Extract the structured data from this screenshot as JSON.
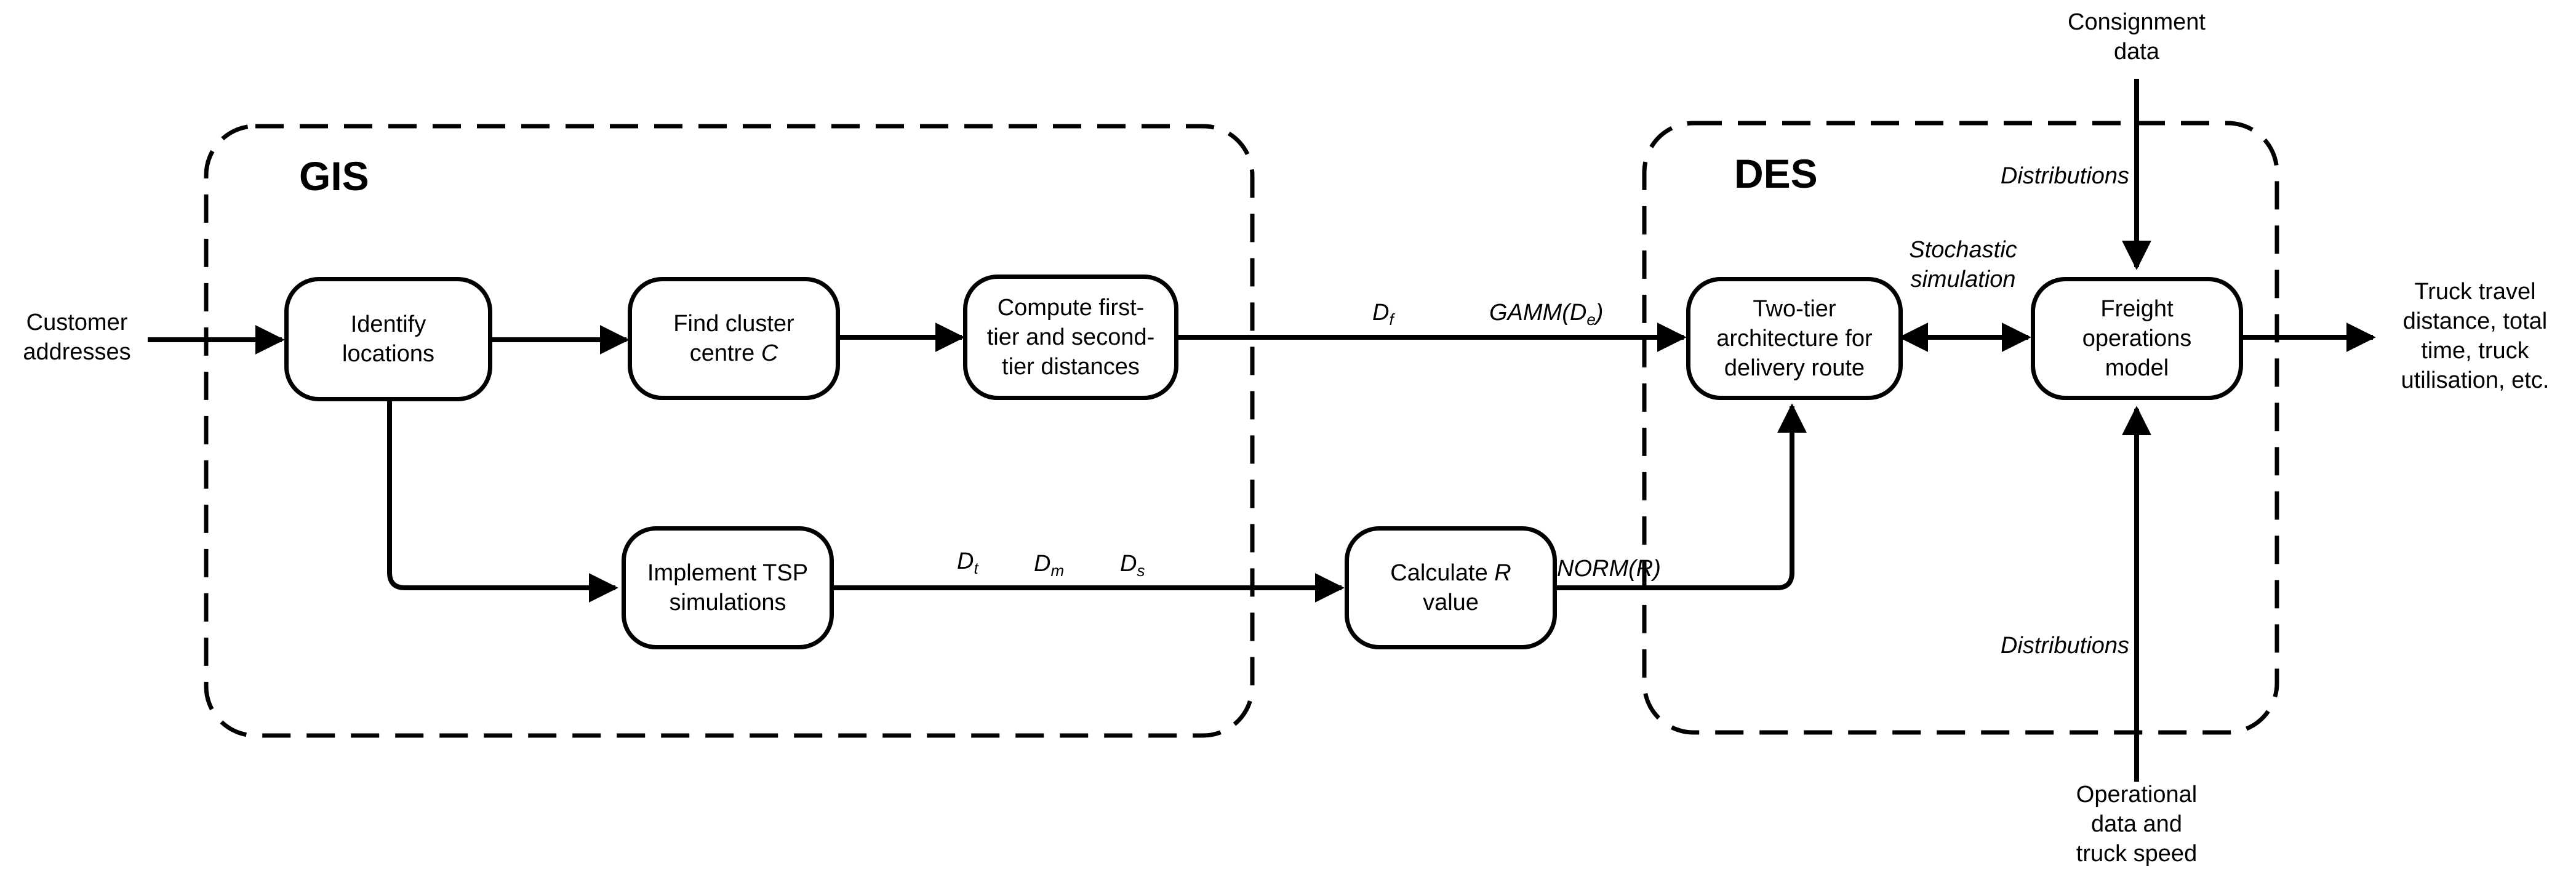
{
  "regions": {
    "gis": "GIS",
    "des": "DES"
  },
  "inputs": {
    "customer_line1": "Customer",
    "customer_line2": "addresses",
    "consignment_line1": "Consignment",
    "consignment_line2": "data",
    "operational_line1": "Operational",
    "operational_line2": "data and",
    "operational_line3": "truck speed"
  },
  "nodes": {
    "identify": [
      "Identify",
      "locations"
    ],
    "cluster": [
      "Find cluster",
      "centre "
    ],
    "cluster_var": "C",
    "compute": [
      "Compute first-",
      "tier and second-",
      "tier distances"
    ],
    "tsp": [
      "Implement TSP",
      "simulations"
    ],
    "calc_r": [
      "Calculate ",
      "value"
    ],
    "calc_r_var": "R",
    "two_tier": [
      "Two-tier",
      "architecture for",
      "delivery route"
    ],
    "freight": [
      "Freight",
      "operations",
      "model"
    ]
  },
  "edge_labels": {
    "df_base": "D",
    "df_sub": "f",
    "gamm_prefix": "GAMM(D",
    "gamm_sub": "e",
    "gamm_suffix": ")",
    "dt_base": "D",
    "dt_sub": "t",
    "dm_base": "D",
    "dm_sub": "m",
    "ds_base": "D",
    "ds_sub": "s",
    "norm": "NORM(R)",
    "stochastic_line1": "Stochastic",
    "stochastic_line2": "simulation",
    "distributions_top": "Distributions",
    "distributions_bottom": "Distributions"
  },
  "outputs": {
    "line1": "Truck travel",
    "line2": "distance,  total",
    "line3": "time, truck",
    "line4": "utilisation, etc."
  }
}
